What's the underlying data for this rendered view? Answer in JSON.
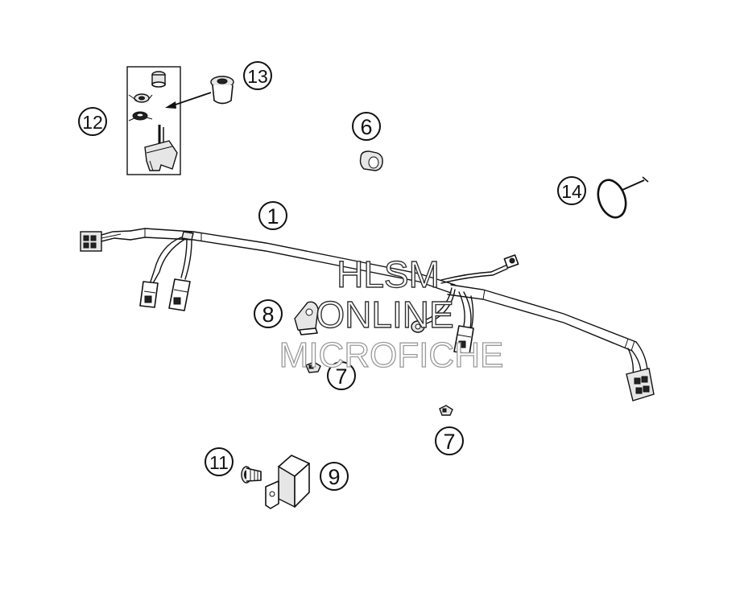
{
  "callouts": [
    {
      "id": "c1",
      "label": "1"
    },
    {
      "id": "c6",
      "label": "6"
    },
    {
      "id": "c7a",
      "label": "7"
    },
    {
      "id": "c7b",
      "label": "7"
    },
    {
      "id": "c8",
      "label": "8"
    },
    {
      "id": "c9",
      "label": "9"
    },
    {
      "id": "c11",
      "label": "11"
    },
    {
      "id": "c12",
      "label": "12"
    },
    {
      "id": "c13",
      "label": "13"
    },
    {
      "id": "c14",
      "label": "14"
    }
  ],
  "watermark": {
    "line1": "HLSM",
    "line2": "ONLINE",
    "line3": "MICROFICHE",
    "color_dark": "#333333",
    "color_light": "#9a9a9a"
  },
  "colors": {
    "background": "#ffffff",
    "line": "#111111"
  }
}
